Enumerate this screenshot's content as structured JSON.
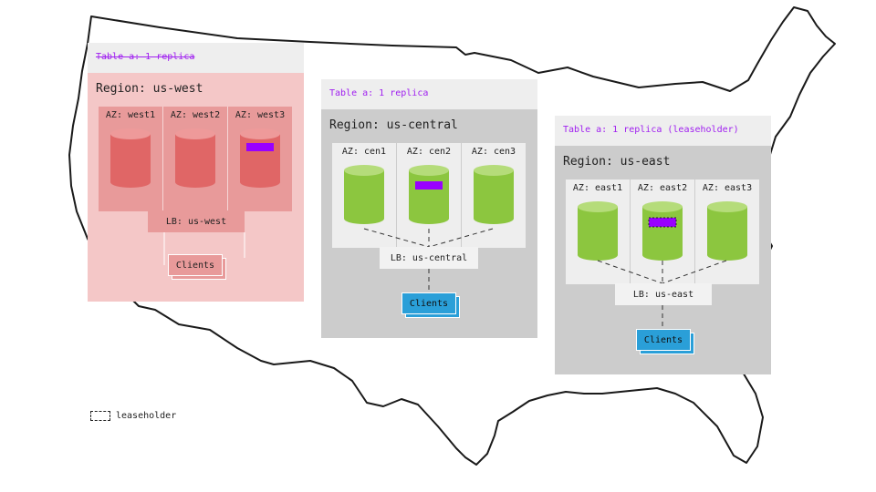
{
  "colors": {
    "west_bg": "#f4c7c7",
    "west_az": "#e89a9a",
    "west_cyl": "#e06666",
    "central_bg": "#cccccc",
    "central_az": "#eeeeee",
    "east_bg": "#cccccc",
    "east_az": "#eeeeee",
    "green_cyl": "#8cc63f",
    "replica": "#9900ff",
    "client_blue": "#2a9fd8",
    "label_purple": "#a020f0"
  },
  "west": {
    "table_label": "Table a: 1 replica",
    "region_title": "Region: us-west",
    "azs": [
      "AZ: west1",
      "AZ: west2",
      "AZ: west3"
    ],
    "lb": "LB: us-west",
    "clients": "Clients"
  },
  "central": {
    "table_label": "Table a: 1 replica",
    "region_title": "Region: us-central",
    "azs": [
      "AZ: cen1",
      "AZ: cen2",
      "AZ: cen3"
    ],
    "lb": "LB: us-central",
    "clients": "Clients"
  },
  "east": {
    "table_label": "Table a: 1 replica (leaseholder)",
    "region_title": "Region: us-east",
    "azs": [
      "AZ: east1",
      "AZ: east2",
      "AZ: east3"
    ],
    "lb": "LB: us-east",
    "clients": "Clients"
  },
  "legend": {
    "label": "leaseholder"
  }
}
